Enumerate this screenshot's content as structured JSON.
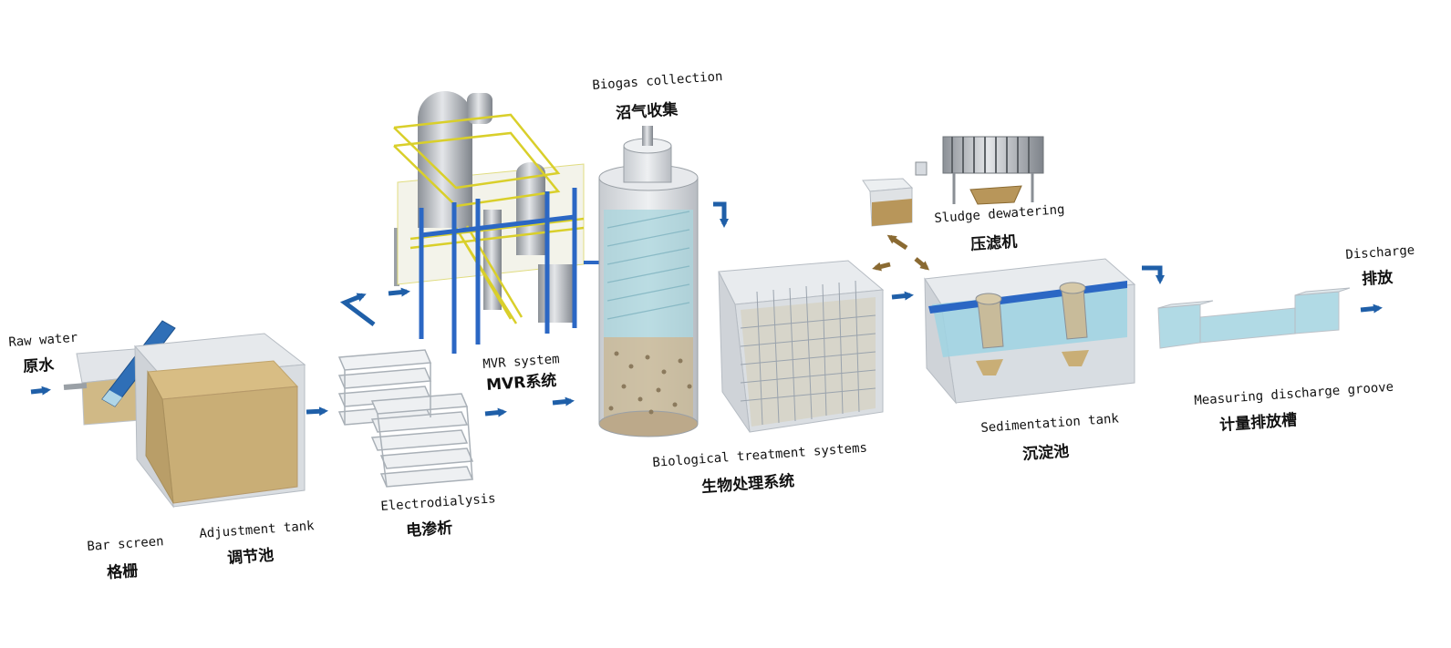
{
  "labels": {
    "raw_water": {
      "en": "Raw water",
      "zh": "原水"
    },
    "bar_screen": {
      "en": "Bar screen",
      "zh": "格栅"
    },
    "adjustment_tank": {
      "en": "Adjustment tank",
      "zh": "调节池"
    },
    "electrodialysis": {
      "en": "Electrodialysis",
      "zh": "电渗析"
    },
    "mvr_system": {
      "en": "MVR system",
      "zh": "MVR系统"
    },
    "biogas": {
      "en": "Biogas collection",
      "zh": "沼气收集"
    },
    "biological": {
      "en": "Biological treatment systems",
      "zh": "生物处理系统"
    },
    "sludge": {
      "en": "Sludge dewatering",
      "zh": "压滤机"
    },
    "sedimentation": {
      "en": "Sedimentation tank",
      "zh": "沉淀池"
    },
    "measuring": {
      "en": "Measuring discharge groove",
      "zh": "计量排放槽"
    },
    "discharge": {
      "en": "Discharge",
      "zh": "排放"
    }
  },
  "colors": {
    "flow_arrow": "#1f5fa8",
    "sludge_arrow": "#8a6a32",
    "tank_glass": "#d7dbe0",
    "tank_edge": "#b6bcc3",
    "wastewater": "#c9b07a",
    "water": "#a7d6e3",
    "steel": "#b3b7bc",
    "railing": "#d9cf2a",
    "frame_blue": "#2b67c4"
  }
}
